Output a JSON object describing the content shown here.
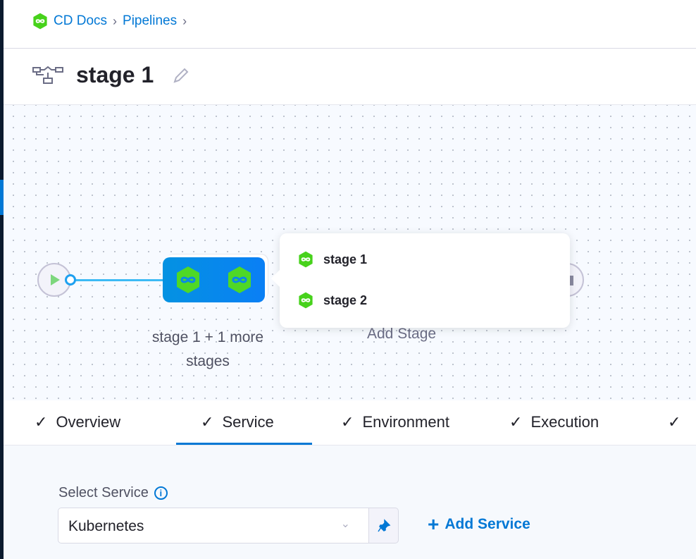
{
  "breadcrumb": {
    "items": [
      "CD Docs",
      "Pipelines"
    ]
  },
  "header": {
    "title": "stage 1"
  },
  "canvas": {
    "group_label": "stage 1 + 1 more stages",
    "add_stage": "Add Stage",
    "popup_items": [
      "stage 1",
      "stage 2"
    ]
  },
  "tabs": [
    {
      "label": "Overview"
    },
    {
      "label": "Service",
      "active": true
    },
    {
      "label": "Environment"
    },
    {
      "label": "Execution"
    }
  ],
  "service": {
    "label": "Select Service",
    "value": "Kubernetes",
    "add_label": "Add Service"
  },
  "colors": {
    "accent": "#0278d5",
    "stage_green": "#47d21b"
  }
}
